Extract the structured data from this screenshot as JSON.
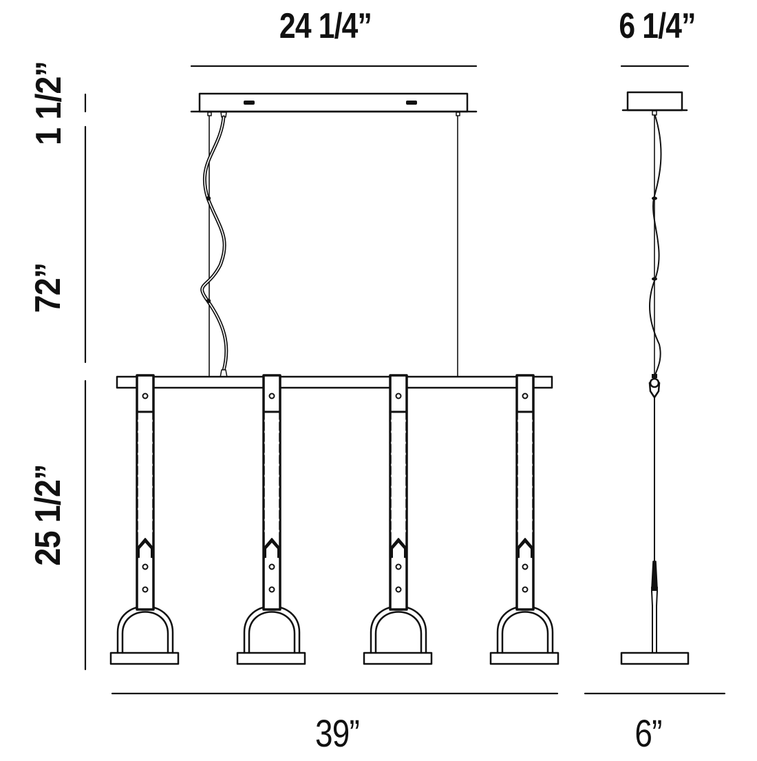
{
  "diagram": {
    "title": "Linear pendant dimension drawing",
    "line_color": "#111111",
    "background": "#ffffff",
    "views": [
      {
        "name": "front-view",
        "pendant_count": 4
      },
      {
        "name": "side-view",
        "pendant_count": 1
      }
    ]
  },
  "dimensions": {
    "canopy_width": "24 1/4”",
    "canopy_depth": "6 1/4”",
    "canopy_height": "1 1/2”",
    "suspension_length": "72”",
    "fixture_height": "25 1/2”",
    "fixture_width": "39”",
    "fixture_depth": "6”"
  }
}
